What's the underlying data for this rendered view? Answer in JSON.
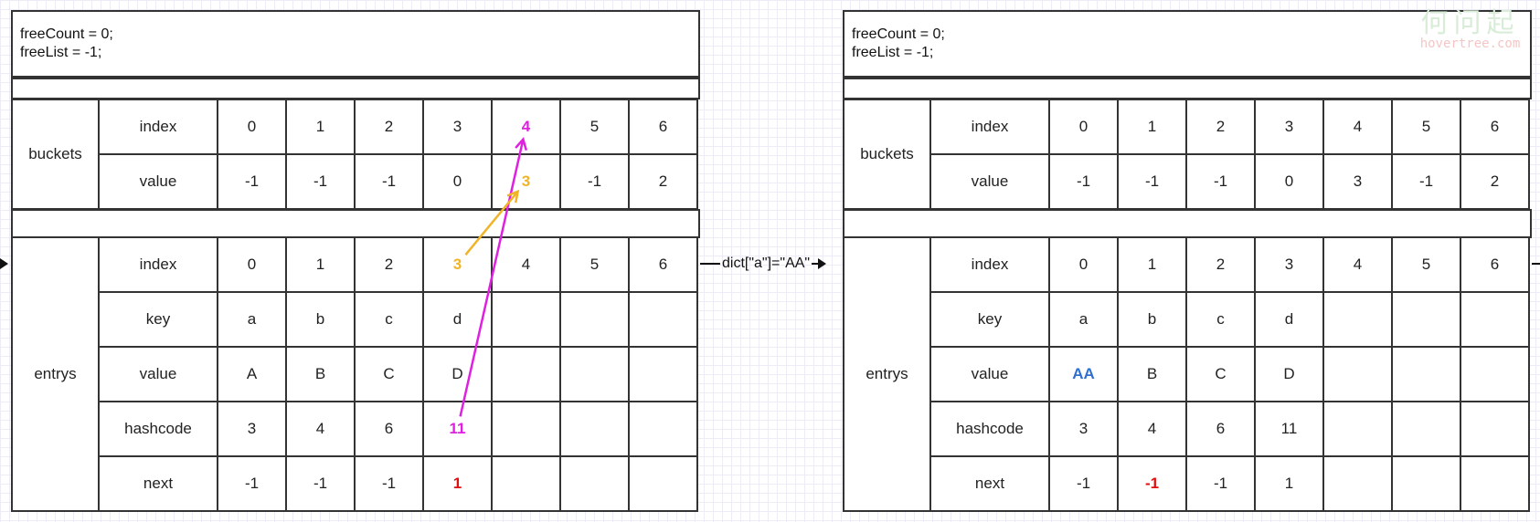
{
  "panels": [
    {
      "header": [
        "freeCount = 0;",
        "freeList = -1;"
      ],
      "buckets": {
        "group_label": "buckets",
        "row_labels": [
          "index",
          "value"
        ],
        "index": [
          "0",
          "1",
          "2",
          "3",
          "4",
          "5",
          "6"
        ],
        "value": [
          "-1",
          "-1",
          "-1",
          "0",
          "3",
          "-1",
          "2"
        ]
      },
      "entrys": {
        "group_label": "entrys",
        "row_labels": [
          "index",
          "key",
          "value",
          "hashcode",
          "next"
        ],
        "index": [
          "0",
          "1",
          "2",
          "3",
          "4",
          "5",
          "6"
        ],
        "key": [
          "a",
          "b",
          "c",
          "d",
          "",
          "",
          ""
        ],
        "value": [
          "A",
          "B",
          "C",
          "D",
          "",
          "",
          ""
        ],
        "hashcode": [
          "3",
          "4",
          "6",
          "11",
          "",
          "",
          ""
        ],
        "next": [
          "-1",
          "-1",
          "-1",
          "1",
          "",
          "",
          ""
        ]
      },
      "highlights": [
        {
          "table": "buckets",
          "row": "index",
          "col": 4,
          "color": "magenta"
        },
        {
          "table": "buckets",
          "row": "value",
          "col": 4,
          "color": "orange"
        },
        {
          "table": "entrys",
          "row": "index",
          "col": 3,
          "color": "orange"
        },
        {
          "table": "entrys",
          "row": "hashcode",
          "col": 3,
          "color": "magenta"
        },
        {
          "table": "entrys",
          "row": "next",
          "col": 3,
          "color": "red"
        }
      ],
      "arrows": [
        {
          "color": "#e020e0",
          "from": "entrys.hashcode.3",
          "to": "buckets.index.4"
        },
        {
          "color": "#f0b428",
          "from": "entrys.index.3",
          "to": "buckets.value.4"
        }
      ]
    },
    {
      "header": [
        "freeCount = 0;",
        "freeList = -1;"
      ],
      "buckets": {
        "group_label": "buckets",
        "row_labels": [
          "index",
          "value"
        ],
        "index": [
          "0",
          "1",
          "2",
          "3",
          "4",
          "5",
          "6"
        ],
        "value": [
          "-1",
          "-1",
          "-1",
          "0",
          "3",
          "-1",
          "2"
        ]
      },
      "entrys": {
        "group_label": "entrys",
        "row_labels": [
          "index",
          "key",
          "value",
          "hashcode",
          "next"
        ],
        "index": [
          "0",
          "1",
          "2",
          "3",
          "4",
          "5",
          "6"
        ],
        "key": [
          "a",
          "b",
          "c",
          "d",
          "",
          "",
          ""
        ],
        "value": [
          "AA",
          "B",
          "C",
          "D",
          "",
          "",
          ""
        ],
        "hashcode": [
          "3",
          "4",
          "6",
          "11",
          "",
          "",
          ""
        ],
        "next": [
          "-1",
          "-1",
          "-1",
          "1",
          "",
          "",
          ""
        ]
      },
      "highlights": [
        {
          "table": "entrys",
          "row": "value",
          "col": 0,
          "color": "blue"
        },
        {
          "table": "entrys",
          "row": "next",
          "col": 1,
          "color": "red"
        }
      ],
      "arrows": []
    }
  ],
  "connector_label": "dict[\"a\"]=\"AA\"",
  "colors": {
    "magenta": "#e020e0",
    "orange": "#f0b428",
    "red": "#e01010",
    "blue": "#2f6fd0",
    "border": "#333333",
    "grid": "#ececf6"
  },
  "watermark": {
    "main": "何问起",
    "sub": "hovertree.com"
  }
}
